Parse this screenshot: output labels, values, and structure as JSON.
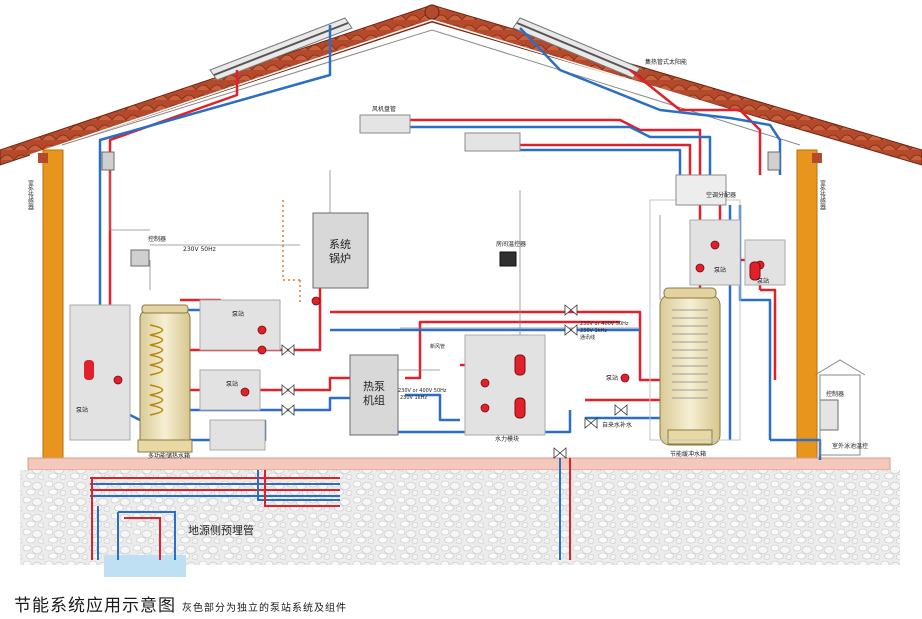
{
  "diagram": {
    "boiler_label_line1": "系统",
    "boiler_label_line2": "锅炉",
    "heatpump_label_line1": "热泵",
    "heatpump_label_line2": "机组",
    "ground_pipe_label": "地源侧预埋管",
    "solar_collector_label": "集热管式太阳能",
    "fan_coil_label": "风机盘管",
    "distributor_label": "空调分配器",
    "controller_label": "控制器",
    "controller_voltage": "230V 50Hz",
    "room_thermostat_label": "房间温控器",
    "outdoor_sensor_left": "室外传感器",
    "outdoor_sensor_right": "室外传感器",
    "pump_station_labels": [
      "泵站",
      "泵站",
      "泵站",
      "泵站",
      "泵站",
      "泵站"
    ],
    "left_tank_label": "多功能储热水箱",
    "right_tank_label": "节能缓冲水箱",
    "hydraulic_module_label": "水力模块",
    "heatpump_power_line1": "230V or 400V 50Hz",
    "heatpump_power_line2": "230V  1kHz",
    "right_electric_lines": [
      "230V or 400V 50Hz",
      "230V 1kHz",
      "通讯线"
    ],
    "tapwater_label": "自来水补水",
    "controller_right_label": "控制器",
    "outdoor_pool_label": "室外泳池温控",
    "wall_duct_label": "新风管"
  },
  "caption": {
    "title": "节能系统应用示意图",
    "subtitle": "灰色部分为独立的泵站系统及组件"
  },
  "colors": {
    "hot_pipe": "#e0202a",
    "cold_pipe": "#2a6fc4",
    "roof_tile": "#a8442a",
    "wall_post": "#e8951e",
    "floor_slab": "#f4c9bc",
    "tank_shell": "#efe4bd",
    "module_grey": "#d9d9d9",
    "gravel": "#e6e6e6"
  }
}
